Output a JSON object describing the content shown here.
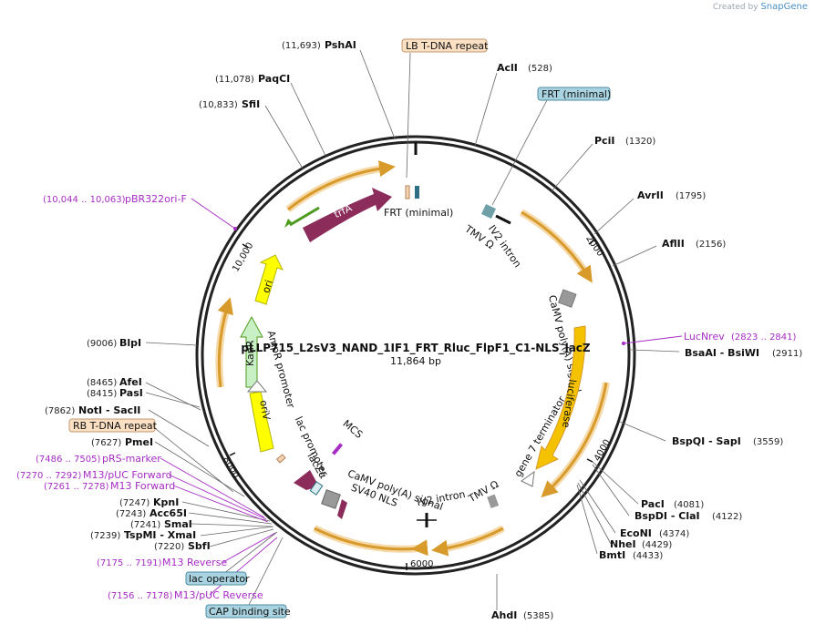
{
  "brand": {
    "created_by": "Created by",
    "product": "SnapGene"
  },
  "plasmid": {
    "name": "pLLP715_L2sV3_NAND_1IF1_FRT_Rluc_FlpF1_C1-NLS_lacZ",
    "length": "11,864 bp"
  },
  "ticks": [
    "2000",
    "4000",
    "6000",
    "8000",
    "10,000"
  ],
  "enzymes": [
    {
      "name": "PshAI",
      "pos": "(11,693)"
    },
    {
      "name": "PaqCI",
      "pos": "(11,078)"
    },
    {
      "name": "SfiI",
      "pos": "(10,833)"
    },
    {
      "name": "AclI",
      "pos": "(528)"
    },
    {
      "name": "PciI",
      "pos": "(1320)"
    },
    {
      "name": "AvrII",
      "pos": "(1795)"
    },
    {
      "name": "AflII",
      "pos": "(2156)"
    },
    {
      "name": "BsaAI  - BsiWI",
      "pos": "(2911)"
    },
    {
      "name": "BspQI  - SapI",
      "pos": "(3559)"
    },
    {
      "name": "PacI",
      "pos": "(4081)"
    },
    {
      "name": "BspDI  - ClaI",
      "pos": "(4122)"
    },
    {
      "name": "EcoNI",
      "pos": "(4374)"
    },
    {
      "name": "NheI",
      "pos": "(4429)"
    },
    {
      "name": "BmtI",
      "pos": "(4433)"
    },
    {
      "name": "AhdI",
      "pos": "(5385)"
    },
    {
      "name": "BlpI",
      "pos": "(9006)"
    },
    {
      "name": "AfeI",
      "pos": "(8465)"
    },
    {
      "name": "PasI",
      "pos": "(8415)"
    },
    {
      "name": "NotI  - SacII",
      "pos": "(7862)"
    },
    {
      "name": "PmeI",
      "pos": "(7627)"
    },
    {
      "name": "KpnI",
      "pos": "(7247)"
    },
    {
      "name": "Acc65I",
      "pos": "(7243)"
    },
    {
      "name": "SmaI",
      "pos": "(7241)"
    },
    {
      "name": "TspMI  - XmaI",
      "pos": "(7239)"
    },
    {
      "name": "SbfI",
      "pos": "(7220)"
    }
  ],
  "primers": [
    {
      "name": "pBR322ori-F",
      "range": "(10,044 .. 10,063)"
    },
    {
      "name": "LucNrev",
      "range": "(2823 .. 2841)"
    },
    {
      "name": "pRS-marker",
      "range": "(7486 .. 7505)"
    },
    {
      "name": "M13/pUC Forward",
      "range": "(7270 .. 7292)"
    },
    {
      "name": "M13 Forward",
      "range": "(7261 .. 7278)"
    },
    {
      "name": "M13 Reverse",
      "range": "(7175 .. 7191)"
    },
    {
      "name": "M13/pUC Reverse",
      "range": "(7156 .. 7178)"
    }
  ],
  "boxed_features": [
    "LB T-DNA repeat",
    "FRT (minimal)",
    "RB T-DNA repeat",
    "lac operator",
    "CAP binding site"
  ],
  "features": [
    "trfA",
    "FRT (minimal)",
    "IV2 intron",
    "TMV Ω",
    "CaMV poly(A) signal",
    "luciferase",
    "gene 7 terminator",
    "TMV Ω",
    "IV2 intron",
    "SV40 NLS",
    "CaMV poly(A) signal",
    "lacZα",
    "lac promoter",
    "MCS",
    "oriV",
    "KanR",
    "AmpR promoter",
    "ori"
  ]
}
